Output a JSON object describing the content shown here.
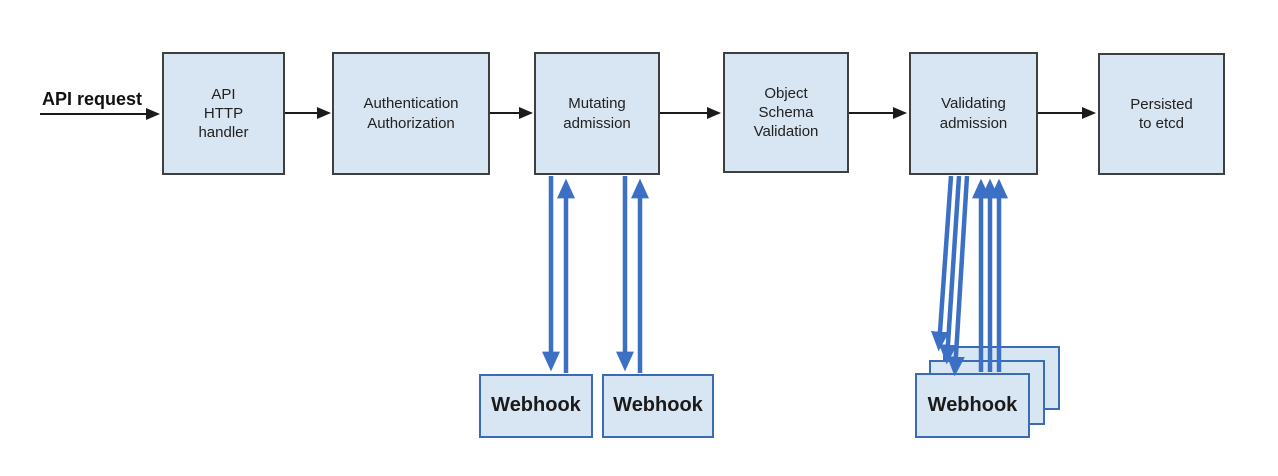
{
  "colors": {
    "background": "#ffffff",
    "box_fill": "#d8e5f2",
    "box_border": "#3f3f3f",
    "webhook_border": "#3a6cb4",
    "arrow_black": "#1b1b1b",
    "arrow_blue": "#3c70c5",
    "text": "#212121"
  },
  "diagram": {
    "request_label": "API request",
    "pipeline": [
      {
        "label": "API\nHTTP\nhandler"
      },
      {
        "label": "Authentication\nAuthorization"
      },
      {
        "label": "Mutating\nadmission"
      },
      {
        "label": "Object\nSchema\nValidation"
      },
      {
        "label": "Validating\nadmission"
      },
      {
        "label": "Persisted\nto etcd"
      }
    ],
    "webhooks": {
      "mutating": [
        "Webhook",
        "Webhook"
      ],
      "validating": [
        "Webhook"
      ]
    }
  }
}
